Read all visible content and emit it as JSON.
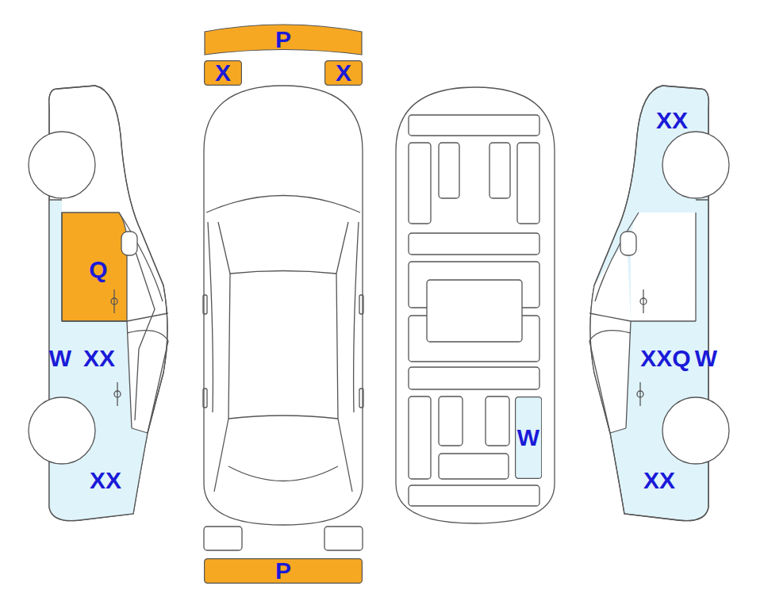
{
  "diagram": {
    "nodes": [
      {
        "text": [
          "P"
        ]
      },
      {
        "text": [
          "X"
        ]
      },
      {
        "text": [
          "X"
        ]
      },
      {
        "text": [
          "W"
        ]
      },
      {
        "text": [
          "P"
        ]
      }
    ],
    "labels": [
      "Q",
      "W",
      "XX",
      "XX",
      "XX",
      "XXQ",
      "W",
      "XX"
    ]
  }
}
